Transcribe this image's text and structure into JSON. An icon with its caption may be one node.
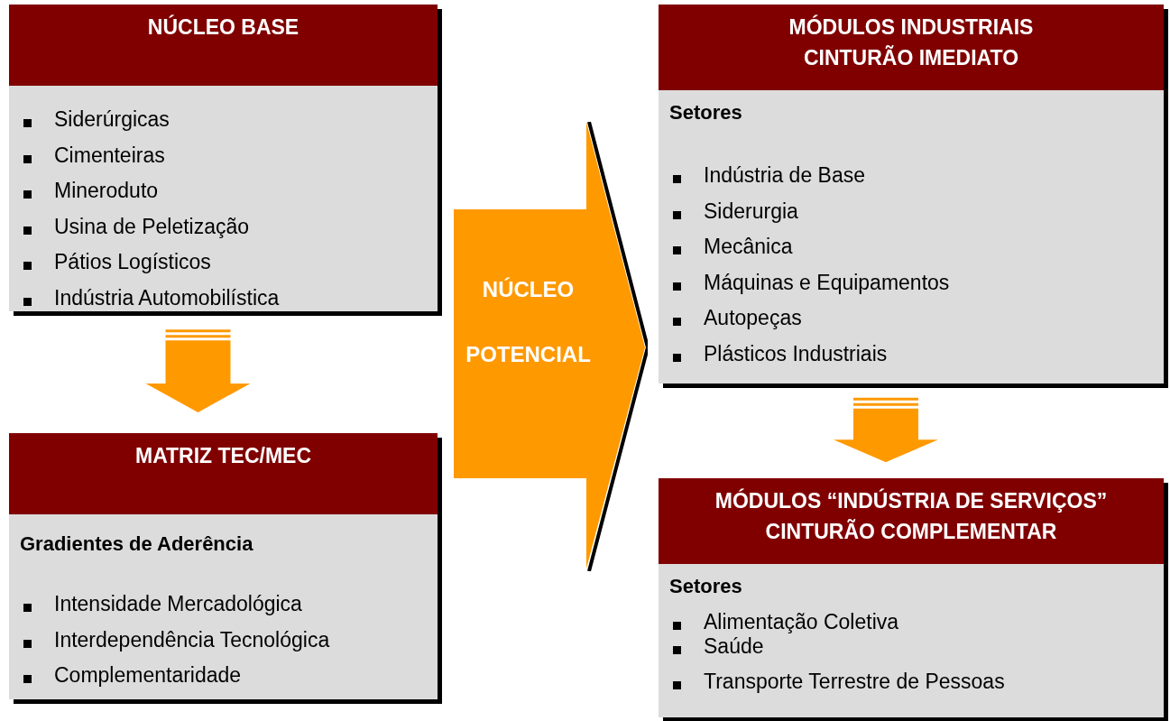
{
  "diagram": {
    "nodes": [
      {
        "text": [
          "NÚCLEO BASE",
          "Siderúrgicas",
          "Cimenteiras",
          "Mineroduto",
          "Usina de Peletização",
          "Pátios Logísticos",
          "Indústria Automobilística"
        ]
      },
      {
        "text": [
          "MATRIZ TEC/MEC",
          "Gradientes de Aderência",
          "Intensidade Mercadológica",
          "Interdependência Tecnológica",
          "Complementaridade"
        ]
      },
      {
        "text": [
          "NÚCLEO POTENCIAL"
        ]
      },
      {
        "text": [
          "MÓDULOS INDUSTRIAIS CINTURÃO IMEDIATO",
          "Setores",
          "Indústria de Base",
          "Siderurgia",
          "Mecânica",
          "Máquinas e Equipamentos",
          "Autopeças",
          "Plásticos Industriais"
        ]
      },
      {
        "text": [
          "MÓDULOS “INDÚSTRIA DE SERVIÇOS” CINTURÃO COMPLEMENTAR",
          "Setores",
          "Alimentação Coletiva",
          "Saúde",
          "Transporte Terrestre de Pessoas"
        ]
      }
    ],
    "edges": [
      {
        "from": 0,
        "to": 1,
        "arrow": "to"
      },
      {
        "from": 3,
        "to": 4,
        "arrow": "to"
      }
    ]
  }
}
